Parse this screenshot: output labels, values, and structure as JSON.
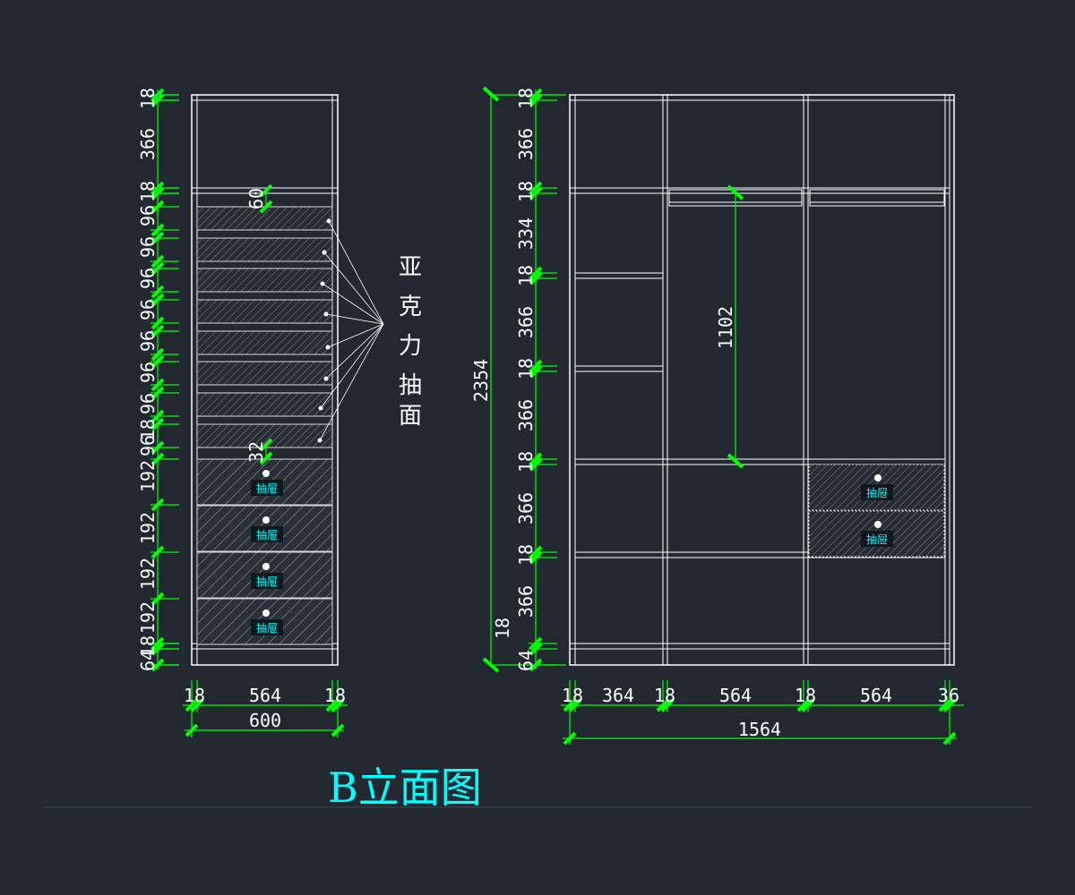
{
  "title": "B立面图",
  "acrylic_label": "亚克力抽面",
  "drawer_label": "抽屉",
  "colors": {
    "background": "#212830",
    "lines": "#ffffff",
    "dimensions": "#00ff00",
    "title": "#00ffff"
  },
  "left_view": {
    "vertical_dims": [
      "18",
      "366",
      "18",
      "96",
      "96",
      "96",
      "96",
      "96",
      "96",
      "96",
      "18",
      "96",
      "192",
      "192",
      "192",
      "192",
      "18",
      "64"
    ],
    "horizontal_dims": [
      "18",
      "564",
      "18"
    ],
    "overall_width": "600",
    "inner_dims": [
      "60",
      "32"
    ]
  },
  "right_view": {
    "vertical_dims": [
      "18",
      "366",
      "18",
      "334",
      "18",
      "366",
      "18",
      "366",
      "18",
      "366",
      "18",
      "366",
      "18",
      "64"
    ],
    "overall_height": "2354",
    "rod_height": "1102",
    "horizontal_dims": [
      "18",
      "364",
      "18",
      "564",
      "18",
      "564",
      "36"
    ],
    "overall_width": "1564"
  }
}
